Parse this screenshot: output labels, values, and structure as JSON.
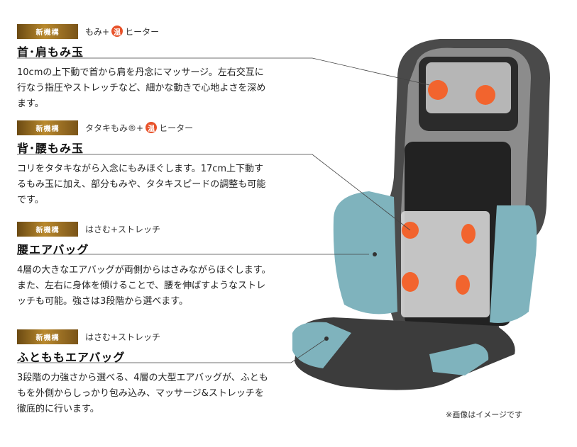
{
  "sections": [
    {
      "badge": "新機構",
      "feature": "もみ+",
      "heat_icon": "温",
      "feature_suffix": "ヒーター",
      "title": "首･肩もみ玉",
      "desc": "10cmの上下動で首から肩を丹念にマッサージ。左右交互に行なう指圧やストレッチなど、細かな動きで心地よさを深めます。"
    },
    {
      "badge": "新機構",
      "feature": "タタキもみ®+",
      "heat_icon": "温",
      "feature_suffix": "ヒーター",
      "title": "背･腰もみ玉",
      "desc": "コリをタタキながら入念にもみほぐします。17cm上下動するもみ玉に加え、部分もみや、タタキスピードの調整も可能です。"
    },
    {
      "badge": "新機構",
      "feature": "はさむ+ストレッチ",
      "title": "腰エアバッグ",
      "desc": "4層の大きなエアバッグが両側からはさみながらほぐします。また、左右に身体を傾けることで、腰を伸ばすようなストレッチも可能。強さは3段階から選べます。"
    },
    {
      "badge": "新機構",
      "feature": "はさむ+ストレッチ",
      "title": "ふとももエアバッグ",
      "desc": "3段階の力強さから選べる、4層の大型エアバッグが、ふとももを外側からしっかり包み込み、マッサージ&ストレッチを徹底的に行います。"
    }
  ],
  "note": "※画像はイメージです",
  "colors": {
    "badge_gold": "#b9892e",
    "heat": "#e8522a",
    "airbag": "#7fb3bd",
    "seat_dark": "#3a3a3a"
  }
}
